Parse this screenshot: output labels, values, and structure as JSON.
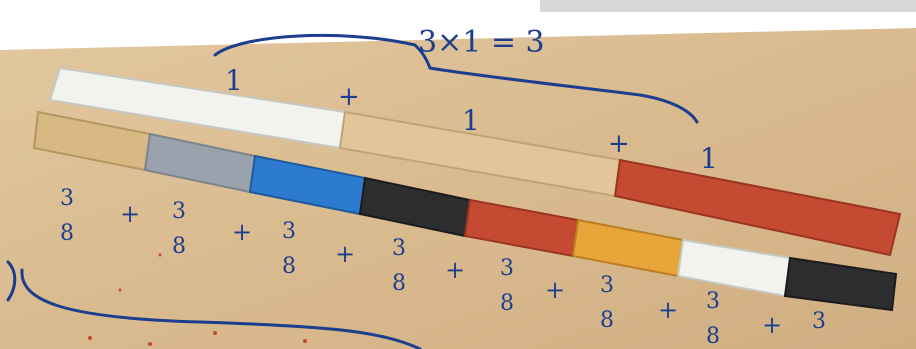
{
  "annotation": {
    "top_equation": "3×1 = 3",
    "ones": [
      "1",
      "1",
      "1"
    ],
    "plus": "+",
    "fraction": {
      "numerator": "3",
      "denominator": "8"
    },
    "fraction_count": 8
  },
  "colors": {
    "ink": "#1d3e8f",
    "table": "#d9b98f",
    "brick_white": "#f2f2ef",
    "brick_tan": "#d8b984",
    "brick_red": "#c44a32",
    "brick_grey": "#9aa3ad",
    "brick_blue": "#2c7bd1",
    "brick_black": "#2d2d30",
    "brick_orange": "#e8a53a"
  }
}
